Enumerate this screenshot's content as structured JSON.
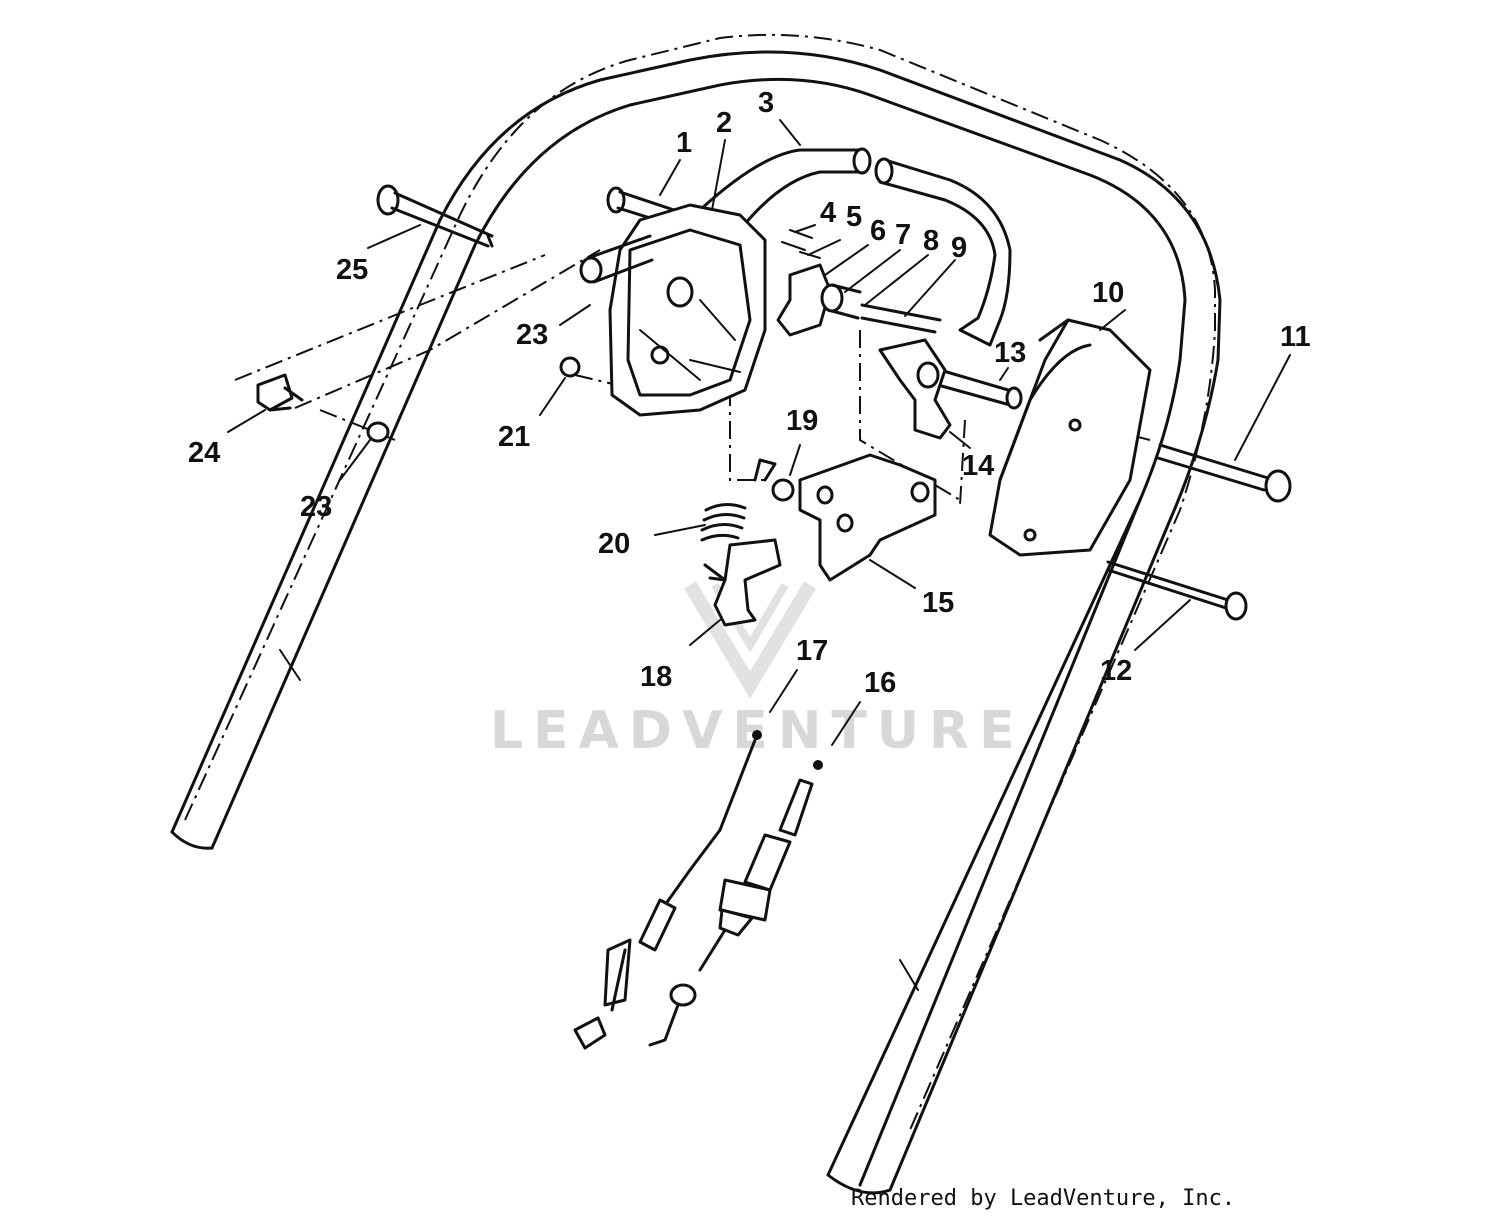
{
  "watermark": "LEADVENTURE",
  "credit": "Rendered by LeadVenture, Inc.",
  "callouts": [
    {
      "id": "c1",
      "label": "1"
    },
    {
      "id": "c2",
      "label": "2"
    },
    {
      "id": "c3",
      "label": "3"
    },
    {
      "id": "c4",
      "label": "4"
    },
    {
      "id": "c5",
      "label": "5"
    },
    {
      "id": "c6",
      "label": "6"
    },
    {
      "id": "c7",
      "label": "7"
    },
    {
      "id": "c8",
      "label": "8"
    },
    {
      "id": "c9",
      "label": "9"
    },
    {
      "id": "c10",
      "label": "10"
    },
    {
      "id": "c11",
      "label": "11"
    },
    {
      "id": "c12",
      "label": "12"
    },
    {
      "id": "c13",
      "label": "13"
    },
    {
      "id": "c14",
      "label": "14"
    },
    {
      "id": "c15",
      "label": "15"
    },
    {
      "id": "c16",
      "label": "16"
    },
    {
      "id": "c17",
      "label": "17"
    },
    {
      "id": "c18",
      "label": "18"
    },
    {
      "id": "c19",
      "label": "19"
    },
    {
      "id": "c20",
      "label": "20"
    },
    {
      "id": "c21",
      "label": "21"
    },
    {
      "id": "c23a",
      "label": "23"
    },
    {
      "id": "c23b",
      "label": "23"
    },
    {
      "id": "c24",
      "label": "24"
    },
    {
      "id": "c25",
      "label": "25"
    }
  ]
}
